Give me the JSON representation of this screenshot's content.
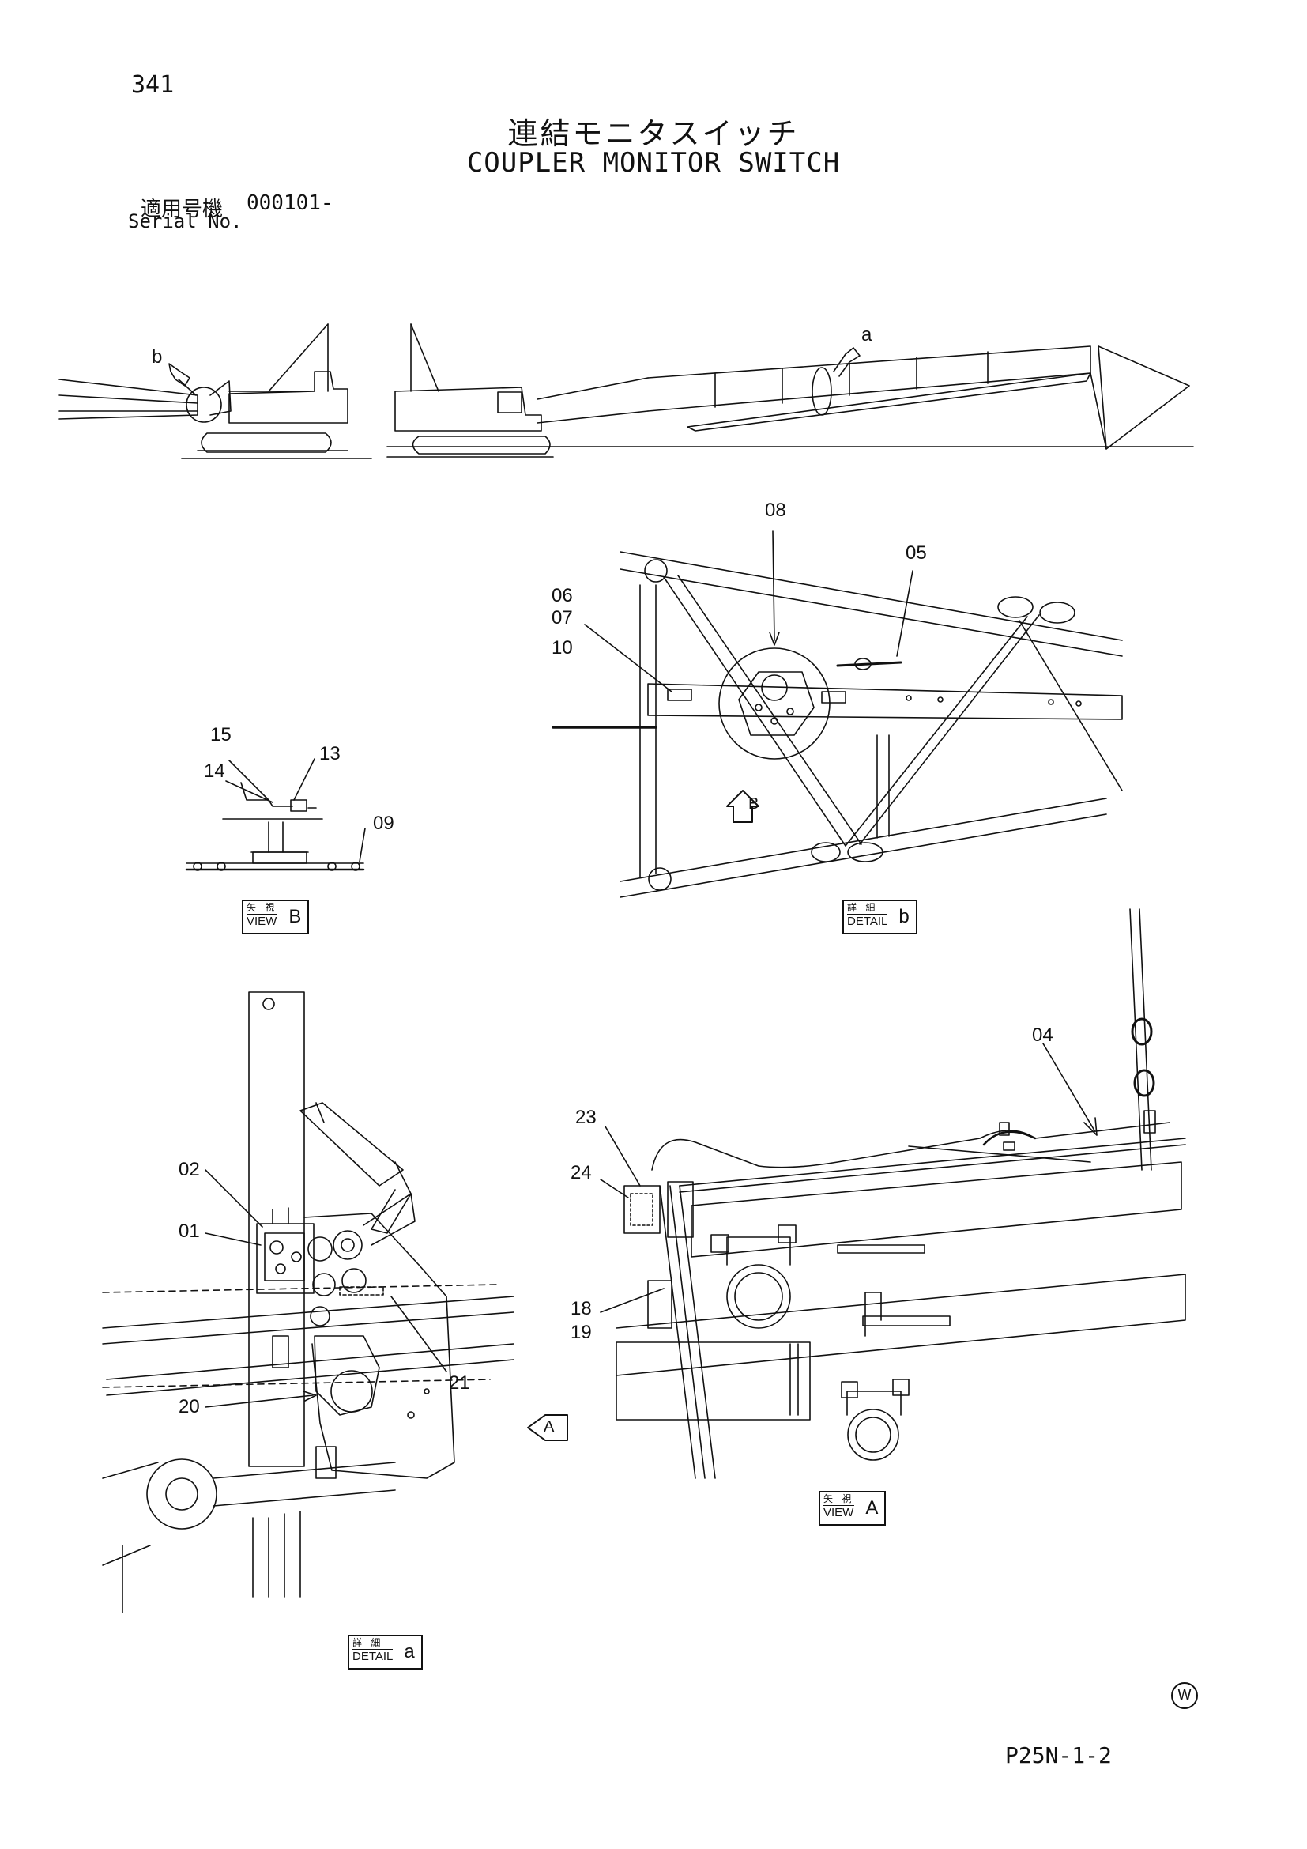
{
  "header": {
    "page_number": "341",
    "title_ja": "連結モニタスイッチ",
    "title_en": "COUPLER MONITOR SWITCH",
    "serial_label_ja": "適用号機",
    "serial_value": "000101-",
    "serial_label_en": "Serial No."
  },
  "overview": {
    "callout_a": "a",
    "callout_b": "b"
  },
  "detail_b": {
    "parts": [
      "08",
      "05",
      "06",
      "07",
      "10"
    ],
    "arrow_label": "B",
    "box_ja": "詳 細",
    "box_en": "DETAIL",
    "box_letter": "b"
  },
  "view_b": {
    "parts": [
      "15",
      "13",
      "14",
      "09"
    ],
    "box_ja": "矢 視",
    "box_en": "VIEW",
    "box_letter": "B"
  },
  "detail_a": {
    "parts": [
      "02",
      "01",
      "20",
      "21"
    ],
    "arrow_label": "A",
    "box_ja": "詳 細",
    "box_en": "DETAIL",
    "box_letter": "a"
  },
  "view_a": {
    "parts": [
      "04",
      "23",
      "24",
      "18",
      "19"
    ],
    "box_ja": "矢 視",
    "box_en": "VIEW",
    "box_letter": "A"
  },
  "footer": {
    "code": "P25N-1-2",
    "mark": "W"
  }
}
